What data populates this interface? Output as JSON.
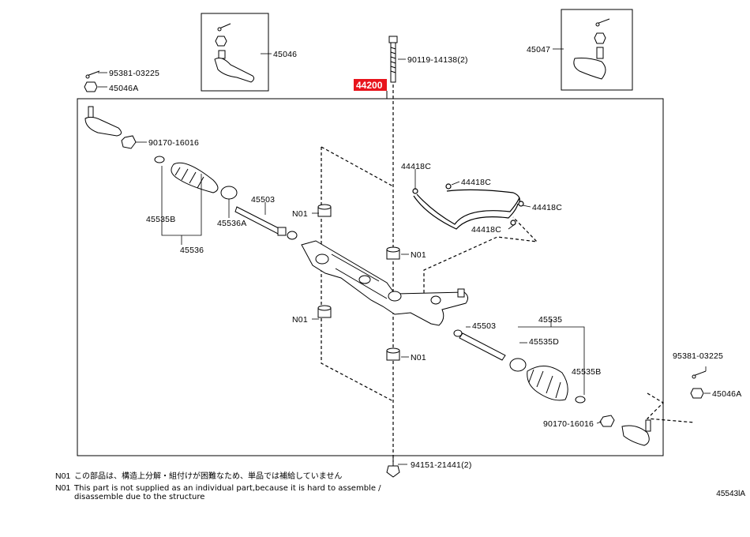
{
  "diagram": {
    "figure_id": "45543lA",
    "main_assembly": "44200",
    "parts": {
      "cotter_pin_l": "95381-03225",
      "nut_l": "45046A",
      "tie_rod_end_l": "45046",
      "tie_rod_end_r": "45047",
      "bolt_top": "90119-14138(2)",
      "nut_inner_l": "90170-16016",
      "boot_clamp_a": "45535B",
      "boot": "45536",
      "clip": "45536A",
      "rack_end_l": "45503",
      "n01_a": "N01",
      "n01_b": "N01",
      "n01_c": "N01",
      "n01_d": "N01",
      "tube_1": "44418C",
      "tube_2": "44418C",
      "tube_3": "44418C",
      "tube_4": "44418C",
      "rack_end_r": "45503",
      "boot_r": "45535",
      "clamp_d": "45535D",
      "clamp_b_r": "45535B",
      "cotter_pin_r": "95381-03225",
      "nut_r": "45046A",
      "nut_inner_r": "90170-16016",
      "bolt_bottom": "94151-21441(2)"
    }
  },
  "notes": [
    {
      "code": "N01",
      "text": "この部品は、構造上分解・組付けが困難なため、単品では補給していません"
    },
    {
      "code": "N01",
      "text": "This part is not supplied as an individual part,because it is hard to assemble /"
    },
    {
      "code": "",
      "text": "disassemble due to the structure"
    }
  ]
}
